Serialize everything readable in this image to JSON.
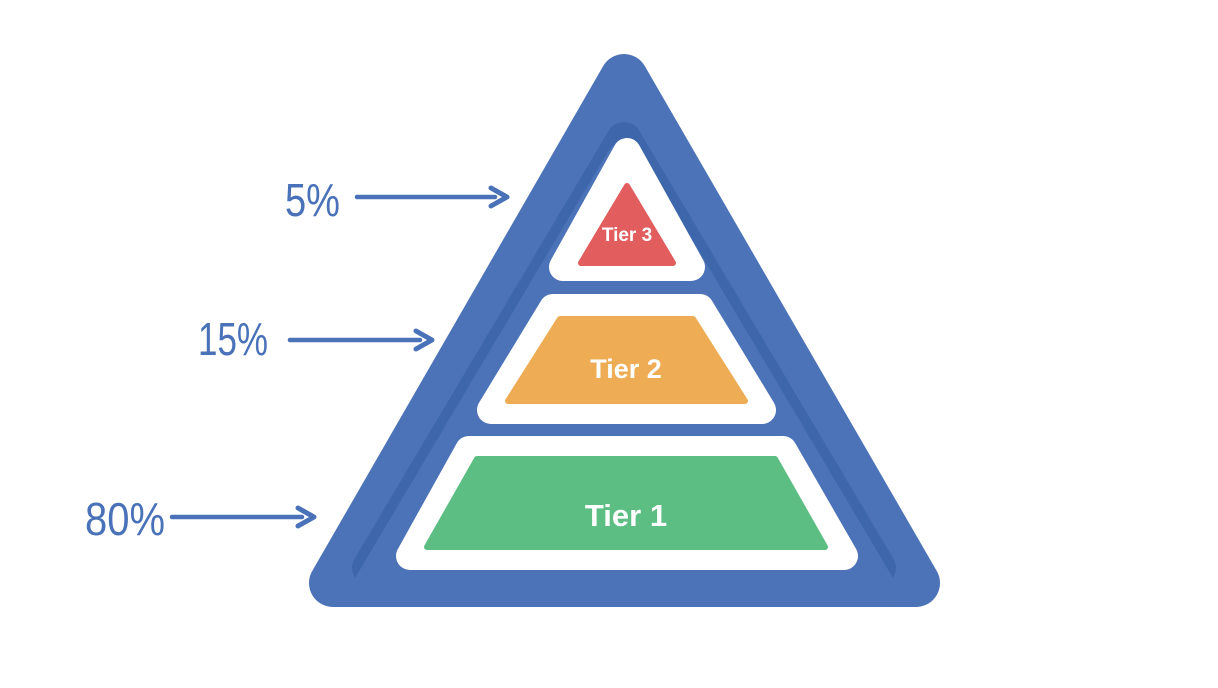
{
  "diagram": {
    "type": "pyramid",
    "tiers": [
      {
        "label": "Tier 3",
        "percent": "5%",
        "percent_value": 5,
        "color": "#e25d5e"
      },
      {
        "label": "Tier 2",
        "percent": "15%",
        "percent_value": 15,
        "color": "#eeac55"
      },
      {
        "label": "Tier 1",
        "percent": "80%",
        "percent_value": 80,
        "color": "#5cbe83"
      }
    ],
    "colors": {
      "pyramid_outer": "#4c73b8",
      "pyramid_shadow": "#3e67ab",
      "tier_plate": "#ffffff",
      "tier_text": "#ffffff",
      "annotation": "#4a72b8",
      "background": "#ffffff"
    }
  }
}
